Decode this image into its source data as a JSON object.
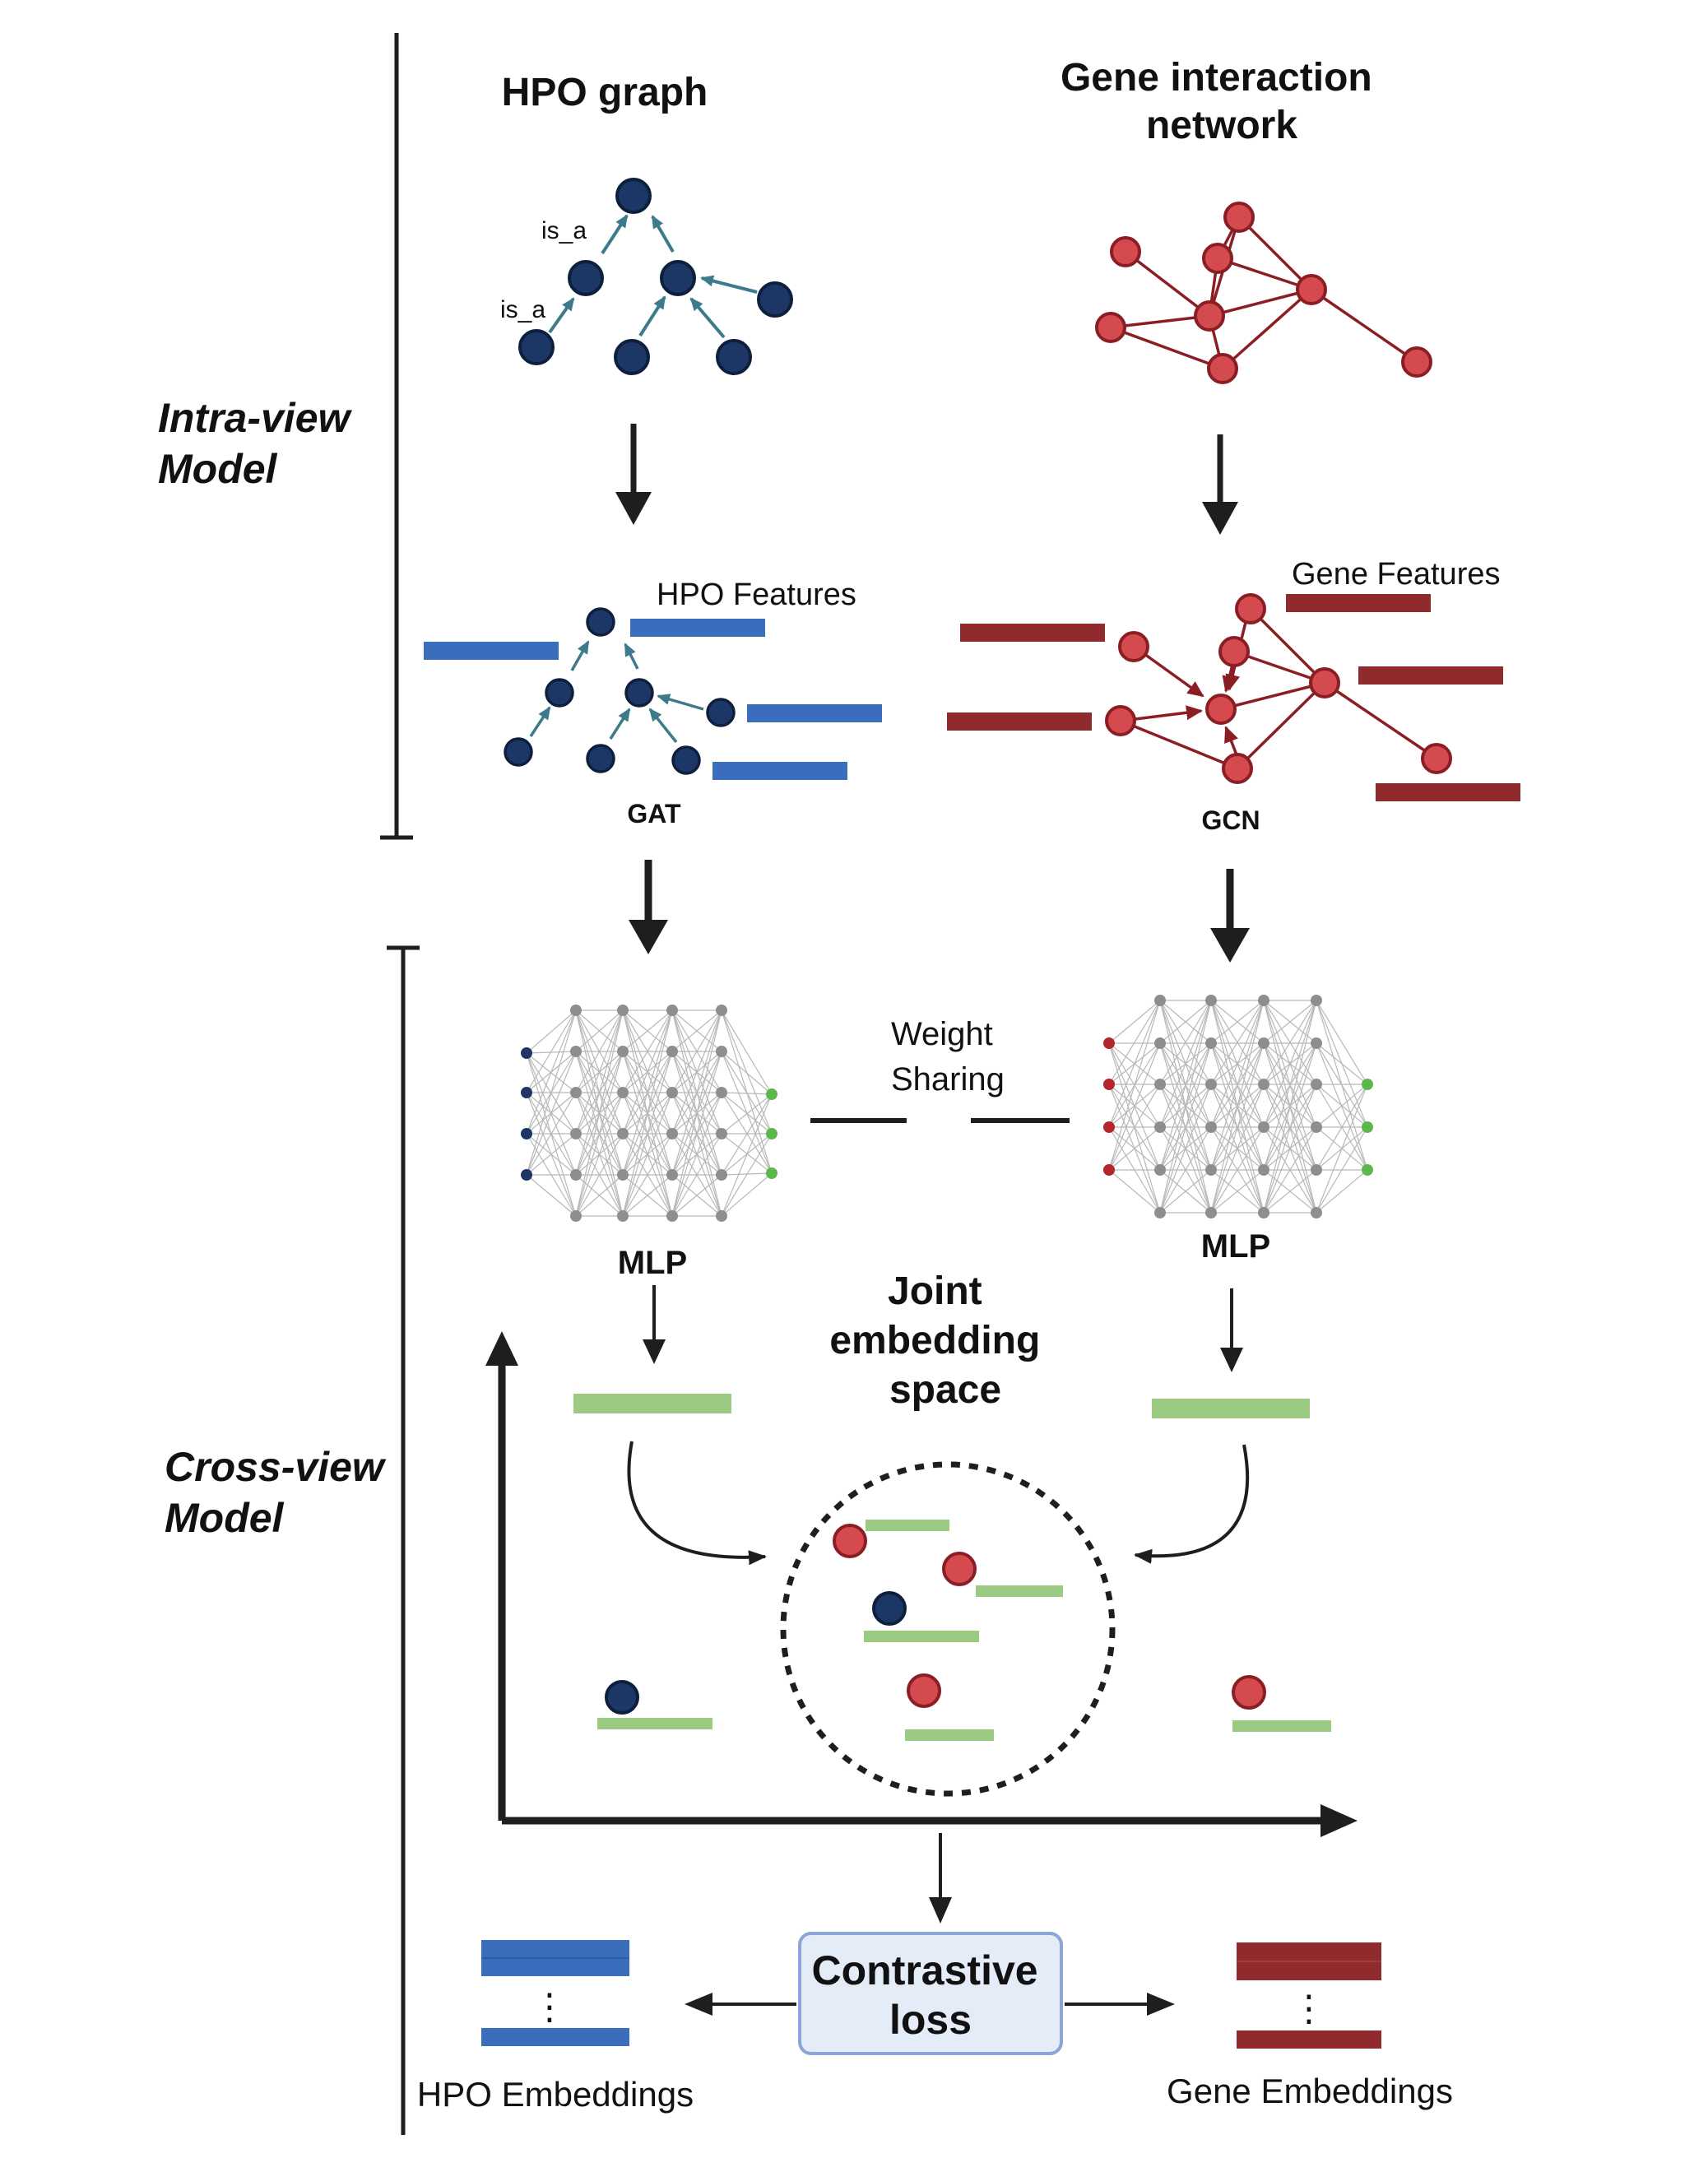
{
  "labels": {
    "intra_view": [
      "Intra-view",
      "Model"
    ],
    "cross_view": [
      "Cross-view",
      "Model"
    ],
    "hpo_graph": "HPO graph",
    "gene_network": [
      "Gene interaction",
      "network"
    ],
    "is_a_top": "is_a",
    "is_a_bottom": "is_a",
    "hpo_features": "HPO Features",
    "gene_features": "Gene Features",
    "gat": "GAT",
    "gcn": "GCN",
    "weight_sharing": [
      "Weight",
      "Sharing"
    ],
    "mlp_left": "MLP",
    "mlp_right": "MLP",
    "joint_space": [
      "Joint",
      "embedding",
      "space"
    ],
    "contrastive_loss": [
      "Contrastive",
      "loss"
    ],
    "hpo_embeddings": "HPO Embeddings",
    "gene_embeddings": "Gene Embeddings",
    "ellipsis": "⋮"
  },
  "colors": {
    "hpo_node": "#1c3766",
    "hpo_feature": "#3a6ebd",
    "gene_node": "#d44a4f",
    "gene_edge": "#8b1e24",
    "gene_feature": "#8f2a2d",
    "embedding_green": "#9bcb83",
    "hpo_arrow": "#3d7a8c",
    "loss_box_fill": "#e4ecf8",
    "loss_box_stroke": "#8aa6d6"
  }
}
